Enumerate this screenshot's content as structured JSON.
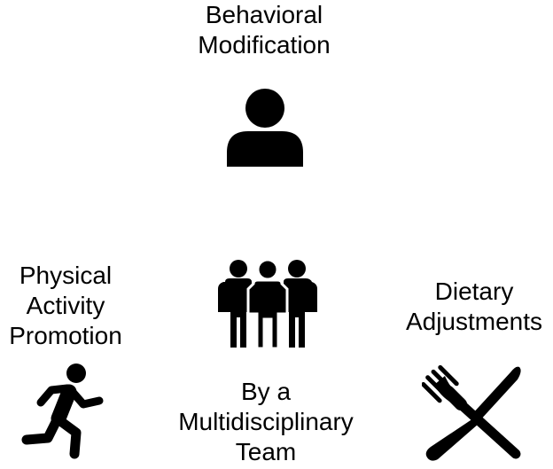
{
  "diagram": {
    "ink_color": "#000000",
    "background_color": "#ffffff",
    "nodes": [
      {
        "id": "behavioral",
        "lines": [
          "Behavioral",
          "Modification"
        ],
        "icon": "person-icon"
      },
      {
        "id": "physical",
        "lines": [
          "Physical",
          "Activity",
          "Promotion"
        ],
        "icon": "running-person-icon"
      },
      {
        "id": "team",
        "lines": [
          "By a",
          "Multidisciplinary",
          "Team"
        ],
        "icon": "group-of-people-icon"
      },
      {
        "id": "dietary",
        "lines": [
          "Dietary",
          "Adjustments"
        ],
        "icon": "fork-and-knife-icon"
      }
    ]
  }
}
